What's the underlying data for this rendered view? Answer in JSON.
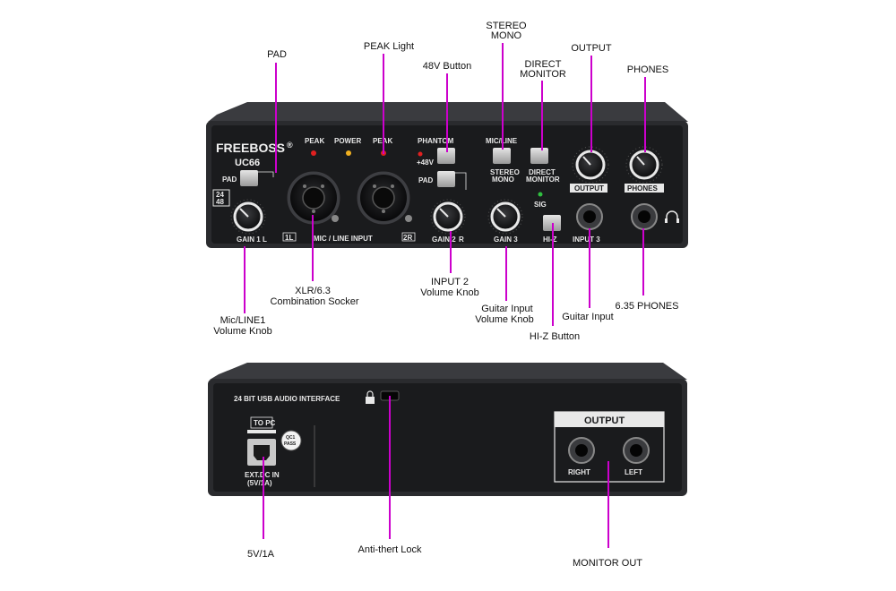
{
  "colors": {
    "leader": "#cc00cc",
    "chassis": "#2a2b2e",
    "panel": "#1a1b1d",
    "panel_text": "#e8e8e8",
    "peak_led": "#e02020",
    "power_led": "#f0b020",
    "sig_led": "#30c040"
  },
  "front": {
    "brand": "FREEBOSS",
    "registered": "®",
    "model": "UC66",
    "badge_top": "24",
    "badge_bottom": "48",
    "peak_left": "PEAK",
    "power": "POWER",
    "peak_right": "PEAK",
    "phantom": "PHANTOM",
    "plus48v": "+48V",
    "pad_left": "PAD",
    "pad_right": "PAD",
    "mic_line": "MIC/LINE",
    "stereo": "STEREO",
    "mono": "MONO",
    "direct": "DIRECT",
    "monitor": "MONITOR",
    "output": "OUTPUT",
    "phones": "PHONES",
    "sig": "SIG",
    "gain1": "GAIN 1",
    "gain1_sub": "L",
    "ch1": "1L",
    "mic_line_input": "MIC / LINE   INPUT",
    "ch2": "2R",
    "gain2": "GAIN 2",
    "gain2_sub": "R",
    "gain3": "GAIN 3",
    "hiz": "HI-Z",
    "input3": "INPUT 3"
  },
  "rear": {
    "title": "24 BIT USB AUDIO INTERFACE",
    "to_pc": "TO PC",
    "qc_top": "QC1",
    "qc_bottom": "PASS",
    "ext_dc": "EXT.DC IN",
    "ext_dc_rating": "(5V/1A)",
    "output": "OUTPUT",
    "right": "RIGHT",
    "left": "LEFT"
  },
  "callouts": {
    "pad": "PAD",
    "peak_light": "PEAK  Light",
    "btn_48v": "48V Button",
    "stereo_mono_1": "STEREO",
    "stereo_mono_2": "MONO",
    "direct_monitor_1": "DIRECT",
    "direct_monitor_2": "MONITOR",
    "output": "OUTPUT",
    "phones": "PHONES",
    "xlr_1": "XLR/6.3",
    "xlr_2": "Combination Socker",
    "mic_line1_1": "Mic/LINE1",
    "mic_line1_2": "Volume Knob",
    "input2_1": "INPUT 2",
    "input2_2": "Volume Knob",
    "guitar_vol_1": "Guitar Input",
    "guitar_vol_2": "Volume Knob",
    "guitar_input": "Guitar Input",
    "phones_635": "6.35 PHONES",
    "hiz_button": "HI-Z Button",
    "power_5v": "5V/1A",
    "anti_theft": "Anti-thert Lock",
    "monitor_out": "MONITOR OUT"
  }
}
